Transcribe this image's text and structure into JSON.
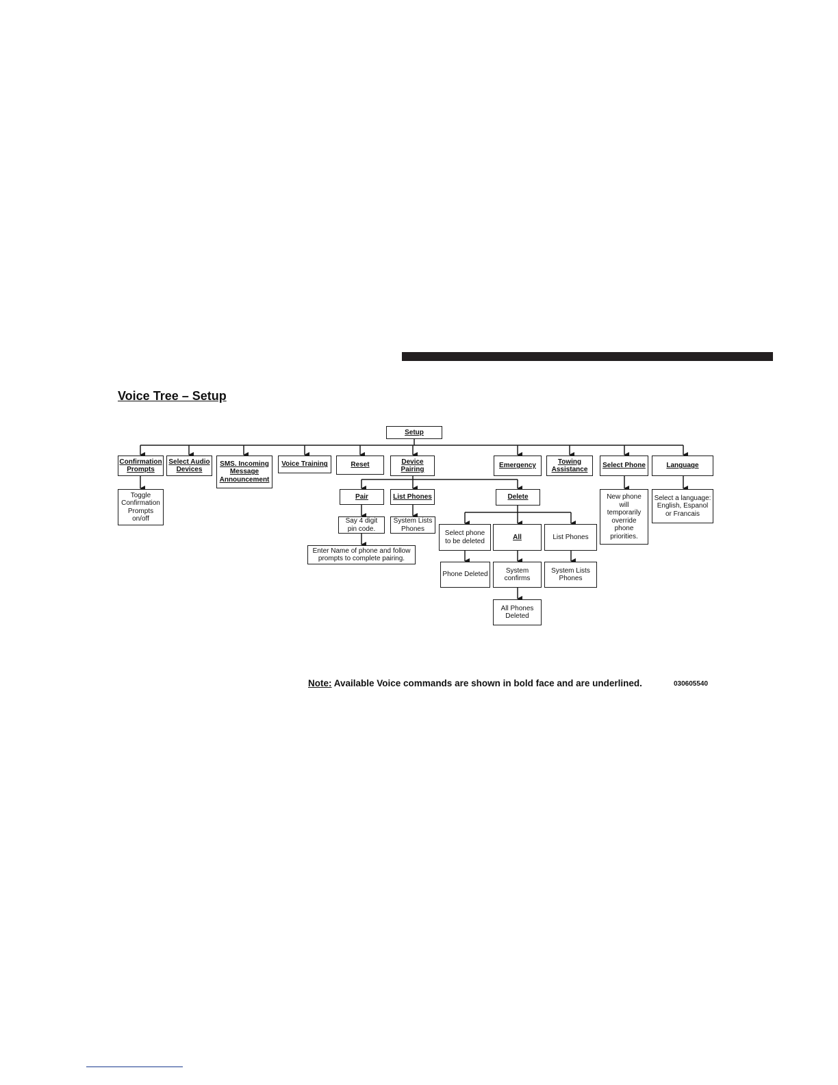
{
  "title": "Voice Tree – Setup",
  "root": "Setup",
  "level1": [
    "Confirmation\nPrompts",
    "Select Audio\nDevices",
    "SMS. Incoming\nMessage\nAnnouncement",
    "Voice Training",
    "Reset",
    "Device\nPairing",
    "Emergency",
    "Towing\nAssistance",
    "Select Phone",
    "Language"
  ],
  "confirmation_detail": "Toggle\nConfirmation\nPrompts\non/off",
  "device_pairing": {
    "pair": "Pair",
    "pair_step1": "Say 4 digit\npin code.",
    "pair_step2": "Enter Name of phone and follow\nprompts to complete pairing.",
    "list_phones": "List Phones",
    "list_phones_result": "System Lists\nPhones",
    "delete": "Delete",
    "delete_select": "Select phone\nto be deleted",
    "delete_select_result": "Phone Deleted",
    "delete_all": "All",
    "delete_all_confirm": "System\nconfirms",
    "delete_all_result": "All Phones\nDeleted",
    "delete_list": "List Phones",
    "delete_list_result": "System Lists\nPhones"
  },
  "select_phone_detail": "New phone\nwill\ntemporarily\noverride\nphone\npriorities.",
  "language_detail": "Select a language:\nEnglish, Espanol\nor Francais",
  "note_label": "Note:",
  "note_text": " Available Voice commands are shown in bold face and are underlined.",
  "figure_code": "030605540"
}
